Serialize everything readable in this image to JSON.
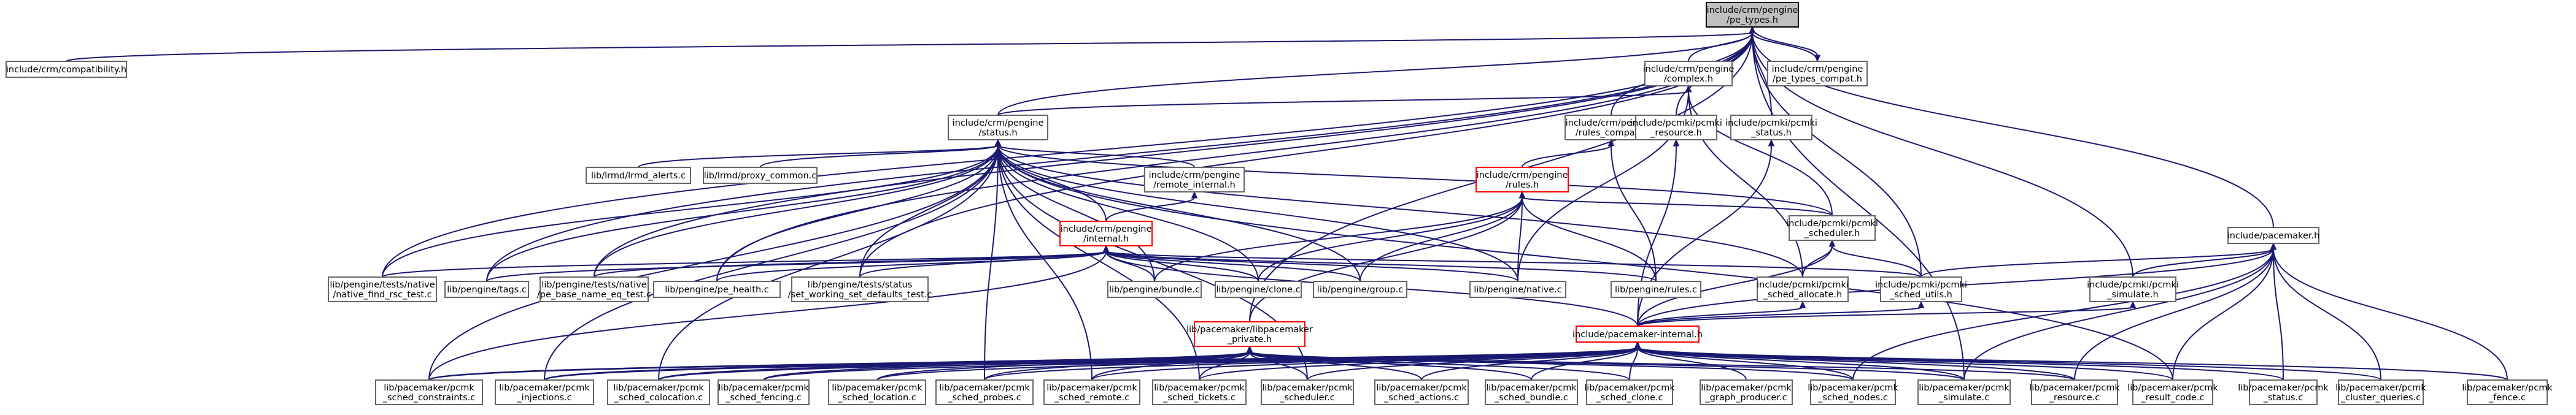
{
  "nodes": [
    {
      "id": "root",
      "lines": [
        "include/crm/pengine",
        "/pe_types.h"
      ],
      "root": true
    },
    {
      "id": "compat",
      "lines": [
        "include/crm/compatibility.h"
      ]
    },
    {
      "id": "complex",
      "lines": [
        "include/crm/pengine",
        "/complex.h"
      ]
    },
    {
      "id": "pe_types_compat",
      "lines": [
        "include/crm/pengine",
        "/pe_types_compat.h"
      ]
    },
    {
      "id": "status",
      "lines": [
        "include/crm/pengine",
        "/status.h"
      ]
    },
    {
      "id": "rules_compat",
      "lines": [
        "include/crm/pengine",
        "/rules_compat.h"
      ]
    },
    {
      "id": "pcmki_resource",
      "lines": [
        "include/pcmki/pcmki",
        "_resource.h"
      ]
    },
    {
      "id": "pcmki_status",
      "lines": [
        "include/pcmki/pcmki",
        "_status.h"
      ]
    },
    {
      "id": "lrmd_alerts",
      "lines": [
        "lib/lrmd/lrmd_alerts.c"
      ]
    },
    {
      "id": "proxy_common",
      "lines": [
        "lib/lrmd/proxy_common.c"
      ]
    },
    {
      "id": "remote_internal",
      "lines": [
        "include/crm/pengine",
        "/remote_internal.h"
      ]
    },
    {
      "id": "rules",
      "lines": [
        "include/crm/pengine",
        "/rules.h"
      ],
      "red": true
    },
    {
      "id": "pcmki_scheduler",
      "lines": [
        "include/pcmki/pcmki",
        "_scheduler.h"
      ]
    },
    {
      "id": "pacemaker_h",
      "lines": [
        "include/pacemaker.h"
      ]
    },
    {
      "id": "internal",
      "lines": [
        "include/crm/pengine",
        "/internal.h"
      ],
      "red": true
    },
    {
      "id": "native_find_rsc",
      "lines": [
        "lib/pengine/tests/native",
        "/native_find_rsc_test.c"
      ]
    },
    {
      "id": "tags",
      "lines": [
        "lib/pengine/tags.c"
      ]
    },
    {
      "id": "pe_base_name",
      "lines": [
        "lib/pengine/tests/native",
        "/pe_base_name_eq_test.c"
      ]
    },
    {
      "id": "pe_health",
      "lines": [
        "lib/pengine/pe_health.c"
      ]
    },
    {
      "id": "set_working_set",
      "lines": [
        "lib/pengine/tests/status",
        "/set_working_set_defaults_test.c"
      ]
    },
    {
      "id": "bundle",
      "lines": [
        "lib/pengine/bundle.c"
      ]
    },
    {
      "id": "clone",
      "lines": [
        "lib/pengine/clone.c"
      ]
    },
    {
      "id": "group",
      "lines": [
        "lib/pengine/group.c"
      ]
    },
    {
      "id": "native",
      "lines": [
        "lib/pengine/native.c"
      ]
    },
    {
      "id": "rules_c",
      "lines": [
        "lib/pengine/rules.c"
      ]
    },
    {
      "id": "pcmki_sched_allocate",
      "lines": [
        "include/pcmki/pcmki",
        "_sched_allocate.h"
      ]
    },
    {
      "id": "pcmki_sched_utils",
      "lines": [
        "include/pcmki/pcmki",
        "_sched_utils.h"
      ]
    },
    {
      "id": "pcmki_simulate",
      "lines": [
        "include/pcmki/pcmki",
        "_simulate.h"
      ]
    },
    {
      "id": "libpacemaker_private",
      "lines": [
        "lib/pacemaker/libpacemaker",
        "_private.h"
      ],
      "red": true
    },
    {
      "id": "pacemaker_internal",
      "lines": [
        "include/pacemaker-internal.h"
      ],
      "red": true
    },
    {
      "id": "sched_constraints",
      "lines": [
        "lib/pacemaker/pcmk",
        "_sched_constraints.c"
      ]
    },
    {
      "id": "injections",
      "lines": [
        "lib/pacemaker/pcmk",
        "_injections.c"
      ]
    },
    {
      "id": "sched_colocation",
      "lines": [
        "lib/pacemaker/pcmk",
        "_sched_colocation.c"
      ]
    },
    {
      "id": "sched_fencing",
      "lines": [
        "lib/pacemaker/pcmk",
        "_sched_fencing.c"
      ]
    },
    {
      "id": "sched_location",
      "lines": [
        "lib/pacemaker/pcmk",
        "_sched_location.c"
      ]
    },
    {
      "id": "sched_probes",
      "lines": [
        "lib/pacemaker/pcmk",
        "_sched_probes.c"
      ]
    },
    {
      "id": "sched_remote",
      "lines": [
        "lib/pacemaker/pcmk",
        "_sched_remote.c"
      ]
    },
    {
      "id": "sched_tickets",
      "lines": [
        "lib/pacemaker/pcmk",
        "_sched_tickets.c"
      ]
    },
    {
      "id": "scheduler_c",
      "lines": [
        "lib/pacemaker/pcmk",
        "_scheduler.c"
      ]
    },
    {
      "id": "sched_actions",
      "lines": [
        "lib/pacemaker/pcmk",
        "_sched_actions.c"
      ]
    },
    {
      "id": "sched_bundle",
      "lines": [
        "lib/pacemaker/pcmk",
        "_sched_bundle.c"
      ]
    },
    {
      "id": "sched_clone",
      "lines": [
        "lib/pacemaker/pcmk",
        "_sched_clone.c"
      ]
    },
    {
      "id": "graph_producer",
      "lines": [
        "lib/pacemaker/pcmk",
        "_graph_producer.c"
      ]
    },
    {
      "id": "sched_nodes",
      "lines": [
        "lib/pacemaker/pcmk",
        "_sched_nodes.c"
      ]
    },
    {
      "id": "simulate_c",
      "lines": [
        "lib/pacemaker/pcmk",
        "_simulate.c"
      ]
    },
    {
      "id": "resource_c",
      "lines": [
        "lib/pacemaker/pcmk",
        "_resource.c"
      ]
    },
    {
      "id": "result_code",
      "lines": [
        "lib/pacemaker/pcmk",
        "_result_code.c"
      ]
    },
    {
      "id": "status_c",
      "lines": [
        "lib/pacemaker/pcmk",
        "_status.c"
      ]
    },
    {
      "id": "cluster_queries",
      "lines": [
        "lib/pacemaker/pcmk",
        "_cluster_queries.c"
      ]
    },
    {
      "id": "fence_c",
      "lines": [
        "lib/pacemaker/pcmk",
        "_fence.c"
      ]
    }
  ],
  "edges": [
    [
      "root",
      "compat"
    ],
    [
      "root",
      "complex"
    ],
    [
      "root",
      "pe_types_compat"
    ],
    [
      "root",
      "status"
    ],
    [
      "root",
      "rules_compat"
    ],
    [
      "root",
      "pcmki_resource"
    ],
    [
      "root",
      "pcmki_status"
    ],
    [
      "root",
      "pacemaker_h"
    ],
    [
      "root",
      "native_find_rsc"
    ],
    [
      "root",
      "tags"
    ],
    [
      "root",
      "pe_base_name"
    ],
    [
      "root",
      "pe_health"
    ],
    [
      "root",
      "set_working_set"
    ],
    [
      "root",
      "pcmki_sched_utils"
    ],
    [
      "root",
      "pcmki_simulate"
    ],
    [
      "root",
      "libpacemaker_private"
    ],
    [
      "root",
      "simulate_c"
    ],
    [
      "pe_types_compat",
      "root"
    ],
    [
      "complex",
      "status"
    ],
    [
      "complex",
      "pcmki_scheduler"
    ],
    [
      "complex",
      "native"
    ],
    [
      "complex",
      "pcmki_sched_allocate"
    ],
    [
      "rules_compat",
      "rules"
    ],
    [
      "rules_compat",
      "rules_c"
    ],
    [
      "status",
      "lrmd_alerts"
    ],
    [
      "status",
      "proxy_common"
    ],
    [
      "status",
      "remote_internal"
    ],
    [
      "status",
      "internal"
    ],
    [
      "status",
      "pcmki_scheduler"
    ],
    [
      "status",
      "native_find_rsc"
    ],
    [
      "status",
      "tags"
    ],
    [
      "status",
      "pe_base_name"
    ],
    [
      "status",
      "pe_health"
    ],
    [
      "status",
      "set_working_set"
    ],
    [
      "status",
      "bundle"
    ],
    [
      "status",
      "clone"
    ],
    [
      "status",
      "group"
    ],
    [
      "status",
      "native"
    ],
    [
      "status",
      "pcmki_sched_allocate"
    ],
    [
      "status",
      "sched_constraints"
    ],
    [
      "status",
      "injections"
    ],
    [
      "status",
      "sched_colocation"
    ],
    [
      "status",
      "sched_probes"
    ],
    [
      "status",
      "sched_remote"
    ],
    [
      "status",
      "sched_tickets"
    ],
    [
      "status",
      "scheduler_c"
    ],
    [
      "status",
      "result_code"
    ],
    [
      "remote_internal",
      "internal"
    ],
    [
      "rules",
      "pcmki_scheduler"
    ],
    [
      "rules",
      "bundle"
    ],
    [
      "rules",
      "clone"
    ],
    [
      "rules",
      "group"
    ],
    [
      "rules",
      "native"
    ],
    [
      "rules",
      "rules_c"
    ],
    [
      "rules",
      "libpacemaker_private"
    ],
    [
      "internal",
      "native_find_rsc"
    ],
    [
      "internal",
      "tags"
    ],
    [
      "internal",
      "pe_base_name"
    ],
    [
      "internal",
      "pe_health"
    ],
    [
      "internal",
      "set_working_set"
    ],
    [
      "internal",
      "bundle"
    ],
    [
      "internal",
      "clone"
    ],
    [
      "internal",
      "group"
    ],
    [
      "internal",
      "native"
    ],
    [
      "internal",
      "rules_c"
    ],
    [
      "internal",
      "pcmki_sched_utils"
    ],
    [
      "internal",
      "pacemaker_internal"
    ],
    [
      "internal",
      "sched_constraints"
    ],
    [
      "pcmki_scheduler",
      "pcmki_sched_allocate"
    ],
    [
      "pcmki_scheduler",
      "pcmki_sched_utils"
    ],
    [
      "pcmki_scheduler",
      "pacemaker_internal"
    ],
    [
      "pcmki_resource",
      "pacemaker_internal"
    ],
    [
      "pcmki_status",
      "pacemaker_internal"
    ],
    [
      "pacemaker_h",
      "pcmki_sched_utils"
    ],
    [
      "pacemaker_h",
      "pcmki_simulate"
    ],
    [
      "pacemaker_h",
      "pacemaker_internal"
    ],
    [
      "pacemaker_h",
      "sched_nodes"
    ],
    [
      "pacemaker_h",
      "simulate_c"
    ],
    [
      "pacemaker_h",
      "resource_c"
    ],
    [
      "pacemaker_h",
      "result_code"
    ],
    [
      "pacemaker_h",
      "status_c"
    ],
    [
      "pacemaker_h",
      "cluster_queries"
    ],
    [
      "pacemaker_h",
      "fence_c"
    ],
    [
      "pcmki_sched_allocate",
      "pacemaker_internal"
    ],
    [
      "pcmki_sched_utils",
      "pacemaker_internal"
    ],
    [
      "pcmki_simulate",
      "pacemaker_internal"
    ],
    [
      "libpacemaker_private",
      "sched_constraints"
    ],
    [
      "libpacemaker_private",
      "injections"
    ],
    [
      "libpacemaker_private",
      "sched_colocation"
    ],
    [
      "libpacemaker_private",
      "sched_fencing"
    ],
    [
      "libpacemaker_private",
      "sched_location"
    ],
    [
      "libpacemaker_private",
      "sched_probes"
    ],
    [
      "libpacemaker_private",
      "sched_remote"
    ],
    [
      "libpacemaker_private",
      "sched_tickets"
    ],
    [
      "libpacemaker_private",
      "scheduler_c"
    ],
    [
      "libpacemaker_private",
      "sched_actions"
    ],
    [
      "libpacemaker_private",
      "sched_bundle"
    ],
    [
      "libpacemaker_private",
      "sched_clone"
    ],
    [
      "libpacemaker_private",
      "sched_nodes"
    ],
    [
      "libpacemaker_private",
      "simulate_c"
    ],
    [
      "libpacemaker_private",
      "resource_c"
    ],
    [
      "pacemaker_internal",
      "sched_constraints"
    ],
    [
      "pacemaker_internal",
      "injections"
    ],
    [
      "pacemaker_internal",
      "sched_colocation"
    ],
    [
      "pacemaker_internal",
      "sched_fencing"
    ],
    [
      "pacemaker_internal",
      "sched_location"
    ],
    [
      "pacemaker_internal",
      "sched_probes"
    ],
    [
      "pacemaker_internal",
      "sched_remote"
    ],
    [
      "pacemaker_internal",
      "sched_tickets"
    ],
    [
      "pacemaker_internal",
      "scheduler_c"
    ],
    [
      "pacemaker_internal",
      "sched_actions"
    ],
    [
      "pacemaker_internal",
      "sched_bundle"
    ],
    [
      "pacemaker_internal",
      "sched_clone"
    ],
    [
      "pacemaker_internal",
      "graph_producer"
    ],
    [
      "pacemaker_internal",
      "sched_nodes"
    ],
    [
      "pacemaker_internal",
      "simulate_c"
    ],
    [
      "pacemaker_internal",
      "resource_c"
    ],
    [
      "pacemaker_internal",
      "result_code"
    ],
    [
      "pacemaker_internal",
      "status_c"
    ],
    [
      "pacemaker_internal",
      "cluster_queries"
    ],
    [
      "pacemaker_internal",
      "fence_c"
    ]
  ]
}
